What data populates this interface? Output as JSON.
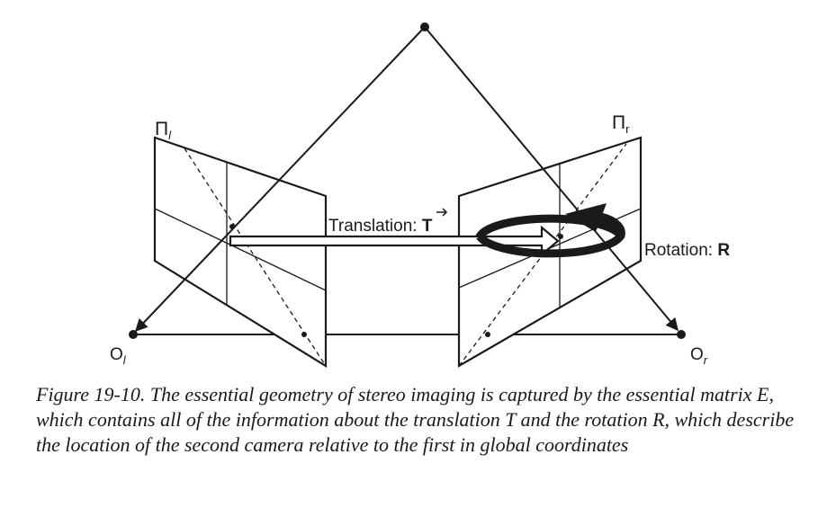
{
  "diagram": {
    "left_plane_label": "Π",
    "left_plane_subscript": "l",
    "right_plane_label": "Π",
    "right_plane_subscript": "r",
    "left_center_label": "O",
    "left_center_subscript": "l",
    "right_center_label": "O",
    "right_center_subscript": "r",
    "translation_label": "Translation: ",
    "translation_symbol": "T",
    "rotation_label": "Rotation: ",
    "rotation_symbol": "R"
  },
  "caption": "Figure 19-10. The essential geometry of stereo imaging is captured by the essential matrix E, which contains all of the information about the translation T and the rotation R, which describe the location of the second camera relative to the first in global coordinates"
}
